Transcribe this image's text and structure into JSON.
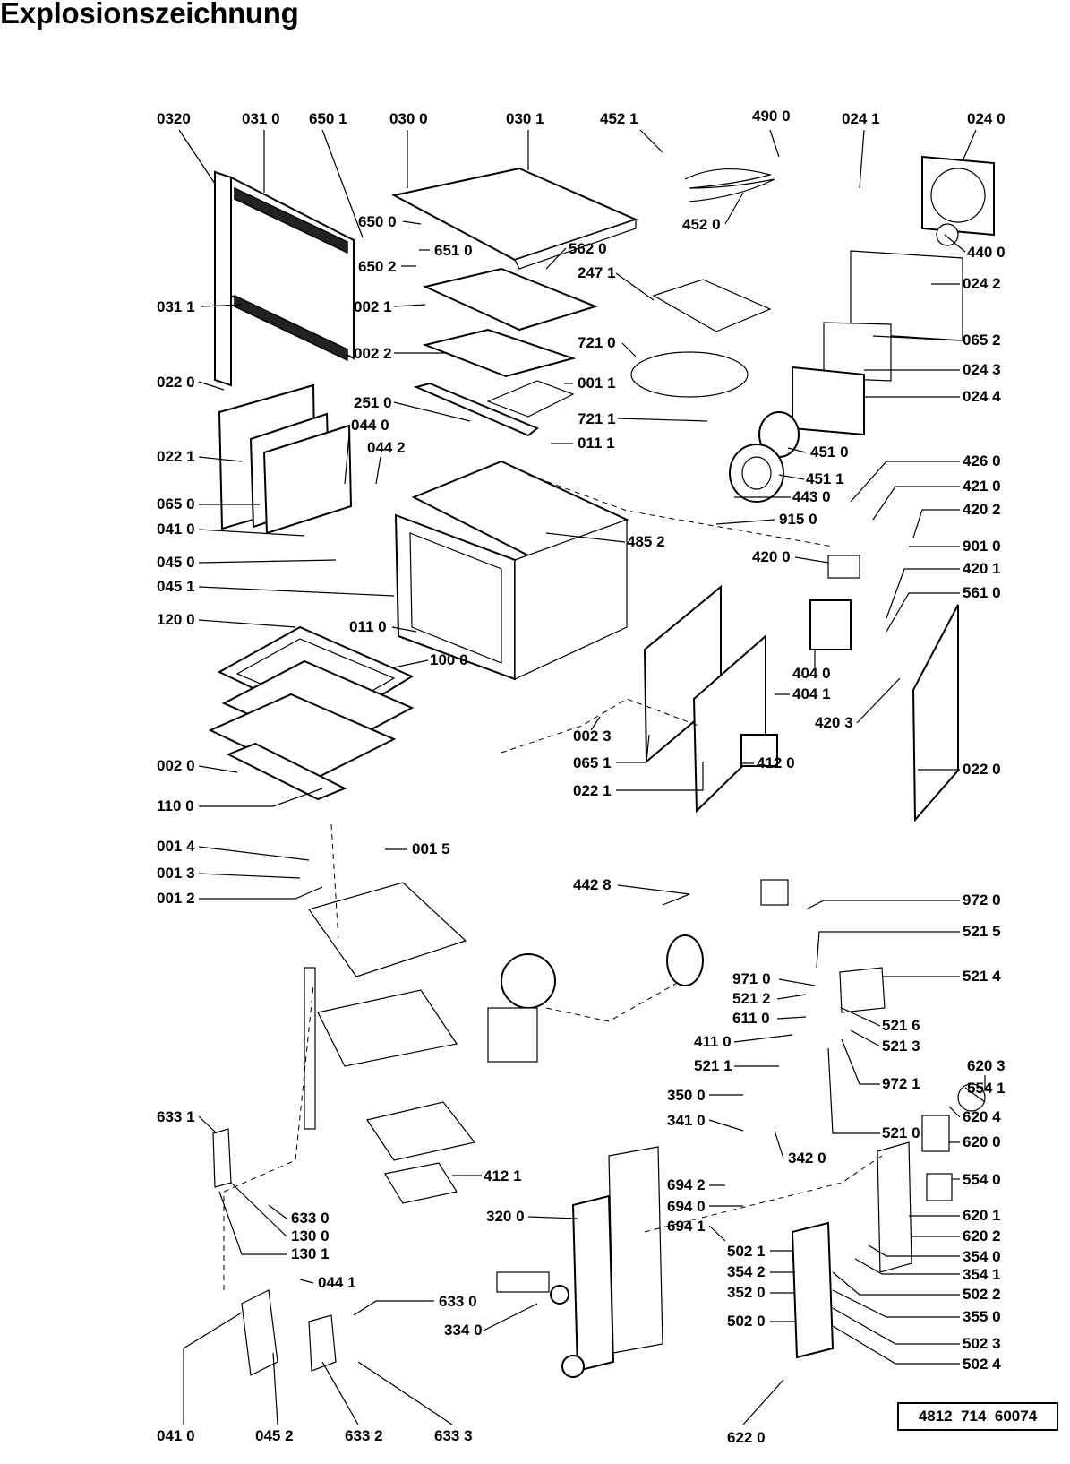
{
  "title": "Explosionszeichnung",
  "document_number": "4812  714  60074",
  "labels": [
    {
      "id": "l1",
      "text": "0320"
    },
    {
      "id": "l2",
      "text": "031 0"
    },
    {
      "id": "l3",
      "text": "650 1"
    },
    {
      "id": "l4",
      "text": "030 0"
    },
    {
      "id": "l5",
      "text": "030 1"
    },
    {
      "id": "l6",
      "text": "452 1"
    },
    {
      "id": "l7",
      "text": "490 0"
    },
    {
      "id": "l8",
      "text": "024 1"
    },
    {
      "id": "l9",
      "text": "024 0"
    },
    {
      "id": "l10",
      "text": "650 0"
    },
    {
      "id": "l11",
      "text": "651 0"
    },
    {
      "id": "l12",
      "text": "650 2"
    },
    {
      "id": "l13",
      "text": "562 0"
    },
    {
      "id": "l14",
      "text": "452 0"
    },
    {
      "id": "l15",
      "text": "440 0"
    },
    {
      "id": "l16",
      "text": "031 1"
    },
    {
      "id": "l17",
      "text": "002 1"
    },
    {
      "id": "l18",
      "text": "247 1"
    },
    {
      "id": "l19",
      "text": "024 2"
    },
    {
      "id": "l20",
      "text": "002 2"
    },
    {
      "id": "l21",
      "text": "721 0"
    },
    {
      "id": "l22",
      "text": "065 2"
    },
    {
      "id": "l23",
      "text": "024 3"
    },
    {
      "id": "l24",
      "text": "022 0"
    },
    {
      "id": "l25",
      "text": "001 1"
    },
    {
      "id": "l26",
      "text": "024 4"
    },
    {
      "id": "l27",
      "text": "251 0"
    },
    {
      "id": "l28",
      "text": "721 1"
    },
    {
      "id": "l29",
      "text": "044 0"
    },
    {
      "id": "l30",
      "text": "451 0"
    },
    {
      "id": "l31",
      "text": "044 2"
    },
    {
      "id": "l32",
      "text": "011 1"
    },
    {
      "id": "l33",
      "text": "022 1"
    },
    {
      "id": "l34",
      "text": "451 1"
    },
    {
      "id": "l35",
      "text": "426 0"
    },
    {
      "id": "l36",
      "text": "443 0"
    },
    {
      "id": "l37",
      "text": "421 0"
    },
    {
      "id": "l38",
      "text": "065 0"
    },
    {
      "id": "l39",
      "text": "915 0"
    },
    {
      "id": "l40",
      "text": "420 2"
    },
    {
      "id": "l41",
      "text": "041 0"
    },
    {
      "id": "l42",
      "text": "485 2"
    },
    {
      "id": "l43",
      "text": "901 0"
    },
    {
      "id": "l44",
      "text": "420 0"
    },
    {
      "id": "l45",
      "text": "045 0"
    },
    {
      "id": "l46",
      "text": "420 1"
    },
    {
      "id": "l47",
      "text": "045 1"
    },
    {
      "id": "l48",
      "text": "561 0"
    },
    {
      "id": "l49",
      "text": "120 0"
    },
    {
      "id": "l50",
      "text": "011 0"
    },
    {
      "id": "l51",
      "text": "100 0"
    },
    {
      "id": "l52",
      "text": "404 0"
    },
    {
      "id": "l53",
      "text": "404 1"
    },
    {
      "id": "l54",
      "text": "420 3"
    },
    {
      "id": "l55",
      "text": "002 3"
    },
    {
      "id": "l56",
      "text": "065 1"
    },
    {
      "id": "l57",
      "text": "412 0"
    },
    {
      "id": "l58",
      "text": "002 0"
    },
    {
      "id": "l59",
      "text": "022 0"
    },
    {
      "id": "l60",
      "text": "022 1"
    },
    {
      "id": "l61",
      "text": "110 0"
    },
    {
      "id": "l62",
      "text": "001 4"
    },
    {
      "id": "l63",
      "text": "001 5"
    },
    {
      "id": "l64",
      "text": "001 3"
    },
    {
      "id": "l65",
      "text": "442 8"
    },
    {
      "id": "l66",
      "text": "001 2"
    },
    {
      "id": "l67",
      "text": "972 0"
    },
    {
      "id": "l68",
      "text": "521 5"
    },
    {
      "id": "l69",
      "text": "971 0"
    },
    {
      "id": "l70",
      "text": "521 4"
    },
    {
      "id": "l71",
      "text": "521 2"
    },
    {
      "id": "l72",
      "text": "611 0"
    },
    {
      "id": "l73",
      "text": "620 3"
    },
    {
      "id": "l74",
      "text": "521 6"
    },
    {
      "id": "l75",
      "text": "554 1"
    },
    {
      "id": "l76",
      "text": "411 0"
    },
    {
      "id": "l77",
      "text": "521 3"
    },
    {
      "id": "l78",
      "text": "521 1"
    },
    {
      "id": "l79",
      "text": "972 1"
    },
    {
      "id": "l80",
      "text": "350 0"
    },
    {
      "id": "l81",
      "text": "620 4"
    },
    {
      "id": "l82",
      "text": "633 1"
    },
    {
      "id": "l83",
      "text": "521 0"
    },
    {
      "id": "l84",
      "text": "341 0"
    },
    {
      "id": "l85",
      "text": "620 0"
    },
    {
      "id": "l86",
      "text": "342 0"
    },
    {
      "id": "l87",
      "text": "412 1"
    },
    {
      "id": "l88",
      "text": "694 2"
    },
    {
      "id": "l89",
      "text": "554 0"
    },
    {
      "id": "l90",
      "text": "633 0"
    },
    {
      "id": "l91",
      "text": "694 0"
    },
    {
      "id": "l92",
      "text": "130 0"
    },
    {
      "id": "l93",
      "text": "320 0"
    },
    {
      "id": "l94",
      "text": "694 1"
    },
    {
      "id": "l95",
      "text": "620 1"
    },
    {
      "id": "l96",
      "text": "130 1"
    },
    {
      "id": "l97",
      "text": "620 2"
    },
    {
      "id": "l98",
      "text": "354 0"
    },
    {
      "id": "l99",
      "text": "502 1"
    },
    {
      "id": "l100",
      "text": "354 1"
    },
    {
      "id": "l101",
      "text": "354 2"
    },
    {
      "id": "l102",
      "text": "044 1"
    },
    {
      "id": "l103",
      "text": "502 2"
    },
    {
      "id": "l104",
      "text": "352 0"
    },
    {
      "id": "l105",
      "text": "633 0"
    },
    {
      "id": "l106",
      "text": "355 0"
    },
    {
      "id": "l107",
      "text": "334 0"
    },
    {
      "id": "l108",
      "text": "502 0"
    },
    {
      "id": "l109",
      "text": "502 3"
    },
    {
      "id": "l110",
      "text": "502 4"
    },
    {
      "id": "l111",
      "text": "041 0"
    },
    {
      "id": "l112",
      "text": "045 2"
    },
    {
      "id": "l113",
      "text": "633 2"
    },
    {
      "id": "l114",
      "text": "633 3"
    },
    {
      "id": "l115",
      "text": "622 0"
    }
  ]
}
